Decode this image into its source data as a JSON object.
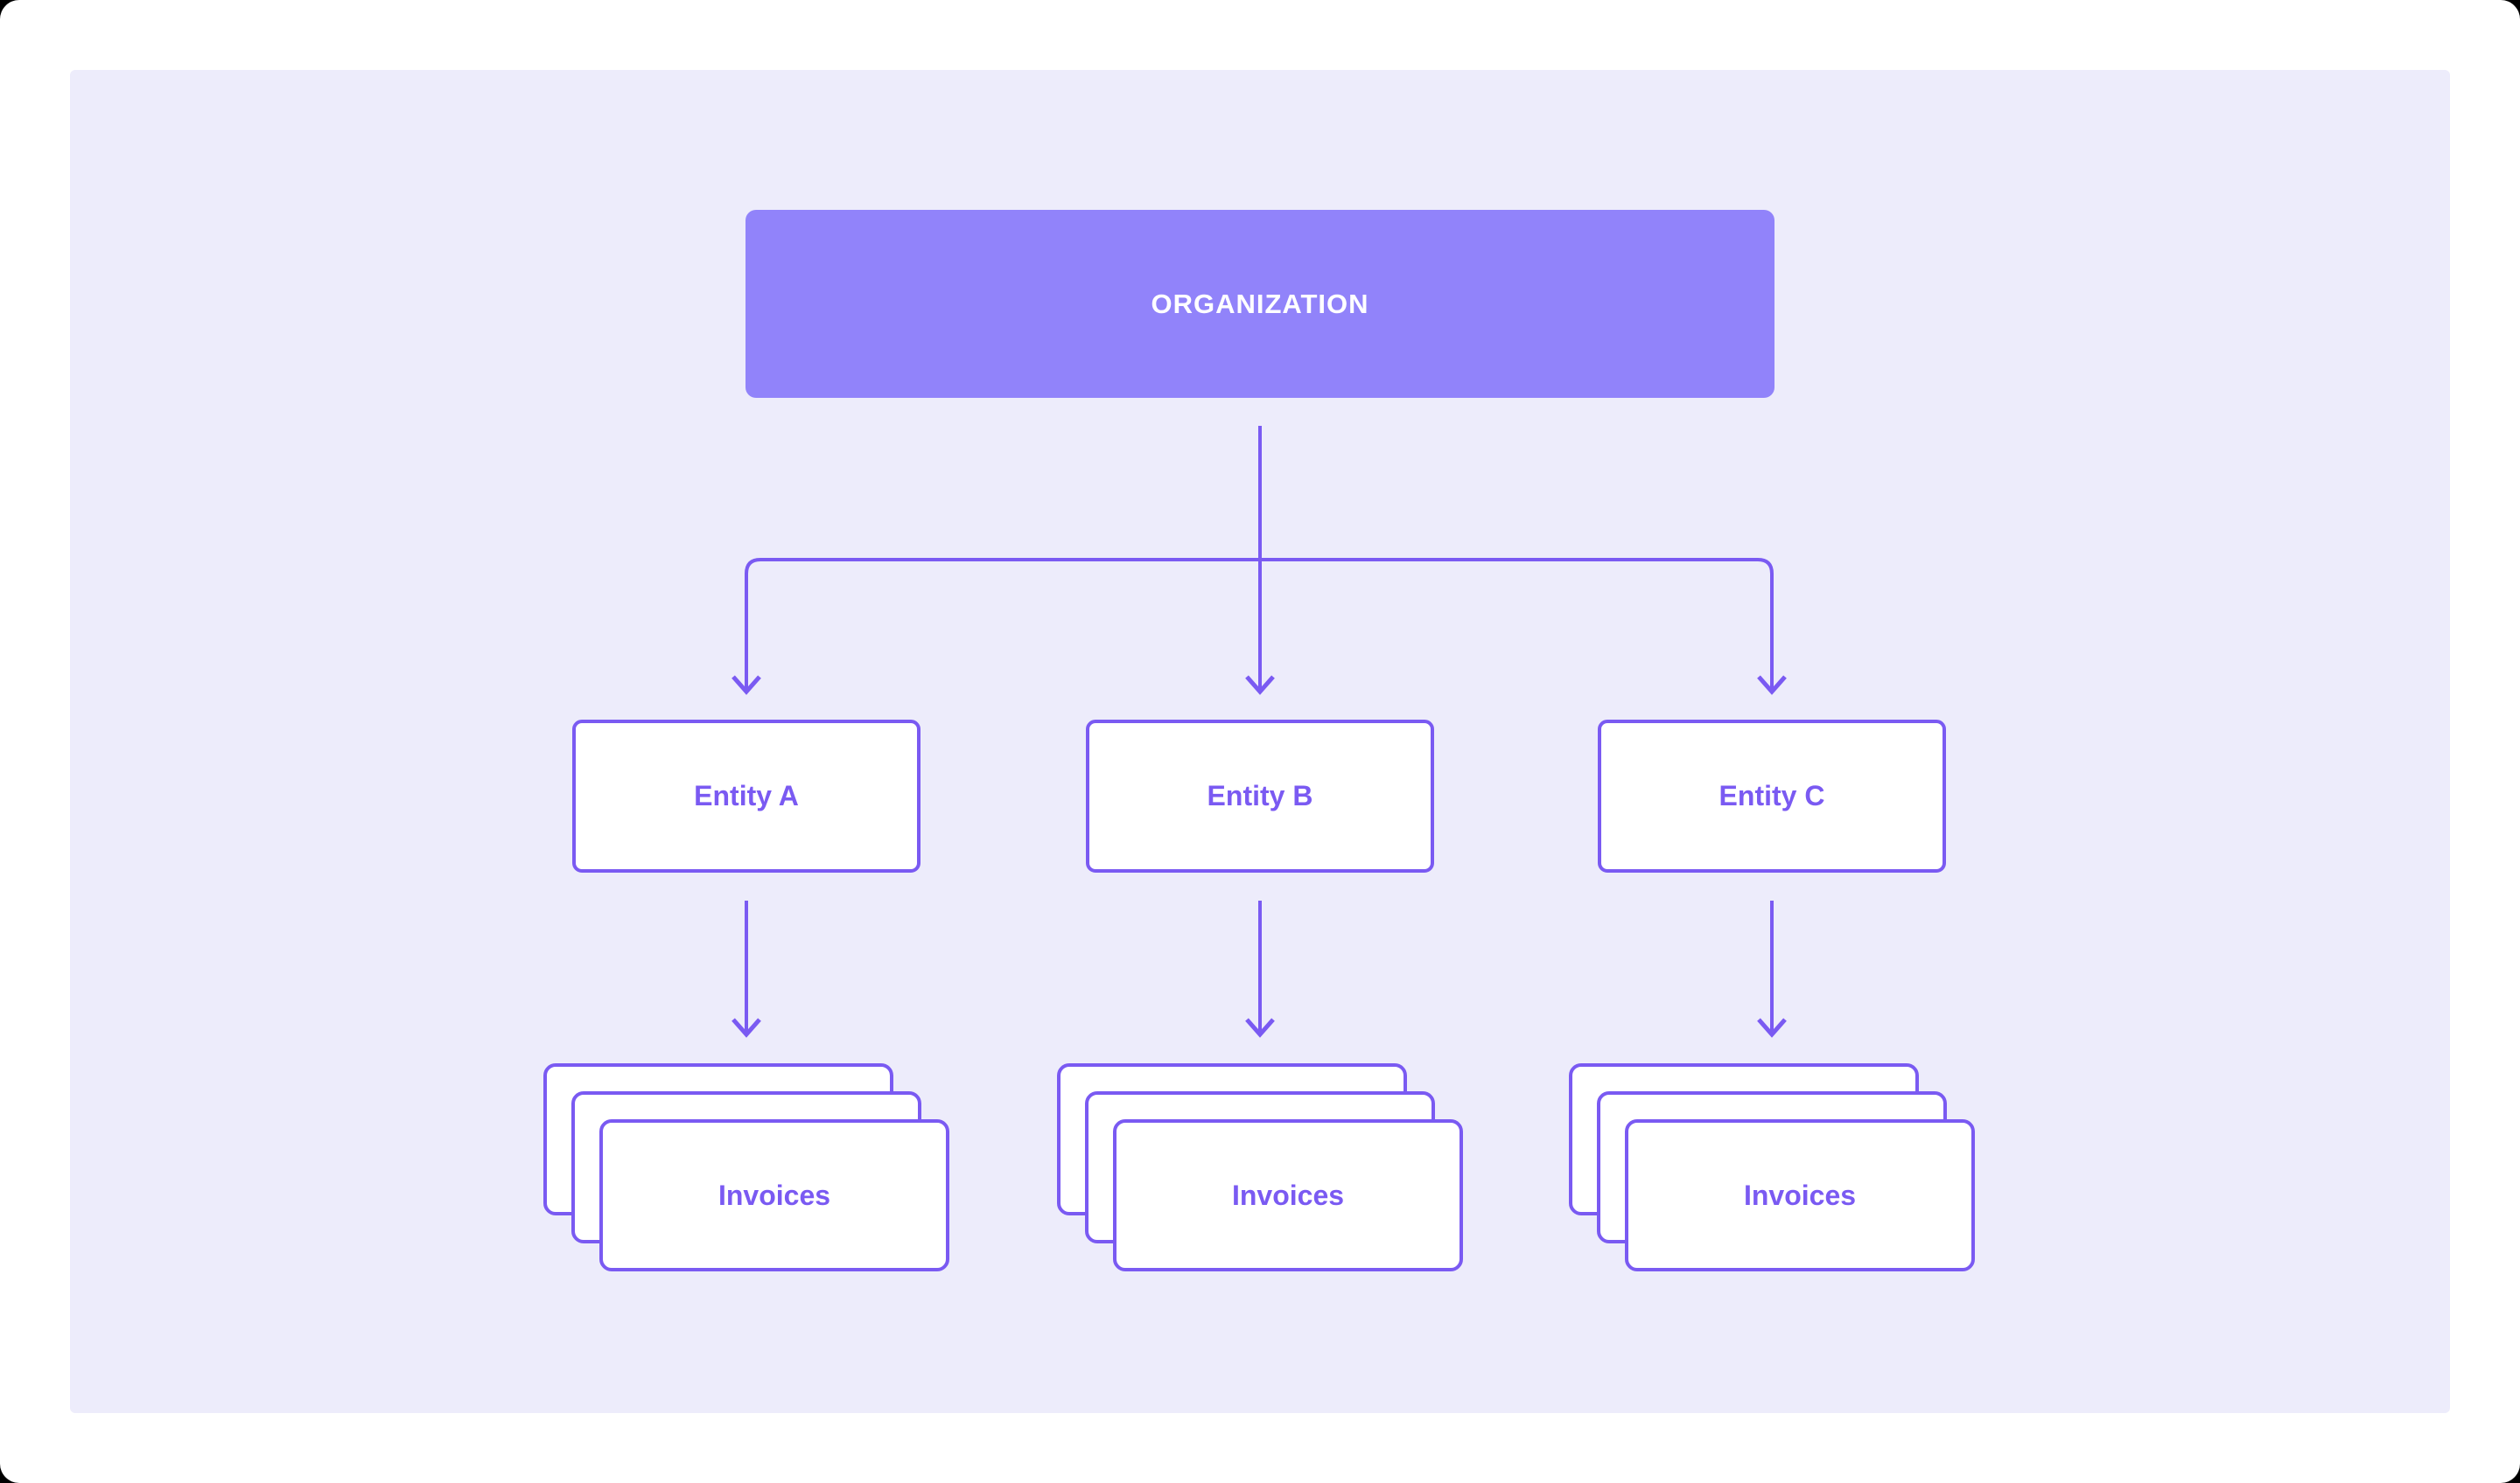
{
  "colors": {
    "canvas_bg": "#ffffff",
    "panel_bg": "#edecfb",
    "root_fill": "#9183fa",
    "root_label": "#ffffff",
    "accent": "#7a5af2"
  },
  "diagram": {
    "root": {
      "label": "ORGANIZATION"
    },
    "entities": [
      {
        "label": "Entity A"
      },
      {
        "label": "Entity B"
      },
      {
        "label": "Entity C"
      }
    ],
    "invoices_label": "Invoices",
    "cards_per_stack": 3
  }
}
